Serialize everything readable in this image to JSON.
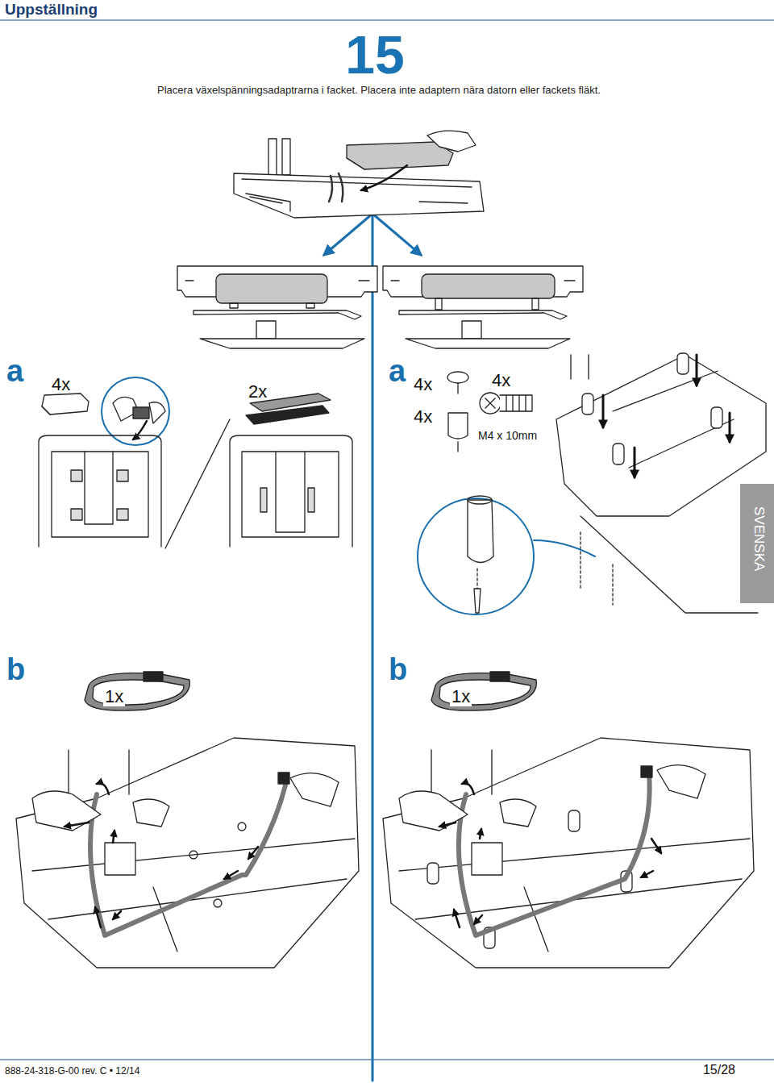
{
  "diagram": {
    "title": "Uppställning",
    "labels": [
      "15",
      "Placera växelspänningsadaptrarna i facket. Placera inte adaptern nära datorn eller fackets fläkt.",
      "a",
      "4x",
      "2x",
      "a",
      "4x",
      "4x",
      "4x",
      "M4 x 10mm",
      "SVENSKA",
      "b",
      "1x",
      "b",
      "1x",
      "888-24-318-G-00 rev. C • 12/14",
      "15/28"
    ]
  }
}
